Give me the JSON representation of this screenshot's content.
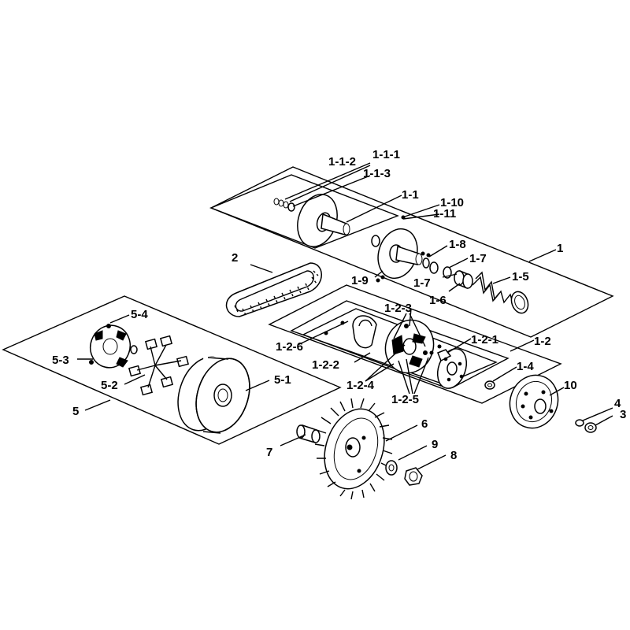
{
  "callouts": {
    "c1_1_2": "1-1-2",
    "c1_1_1": "1-1-1",
    "c1_1_3": "1-1-3",
    "c1_1": "1-1",
    "c1_10": "1-10",
    "c1_11": "1-11",
    "c1": "1",
    "c1_8": "1-8",
    "c1_7a": "1-7",
    "c1_7b": "1-7",
    "c1_5": "1-5",
    "c1_9": "1-9",
    "c1_6": "1-6",
    "c2": "2",
    "c1_2_3": "1-2-3",
    "c1_2_6": "1-2-6",
    "c1_2_1": "1-2-1",
    "c1_2": "1-2",
    "c1_2_2": "1-2-2",
    "c1_4": "1-4",
    "c1_2_4": "1-2-4",
    "c1_2_5": "1-2-5",
    "c10": "10",
    "c5_4": "5-4",
    "c5_3": "5-3",
    "c5_1": "5-1",
    "c5_2": "5-2",
    "c5": "5",
    "c4": "4",
    "c3": "3",
    "c6": "6",
    "c7": "7",
    "c9": "9",
    "c8": "8"
  }
}
